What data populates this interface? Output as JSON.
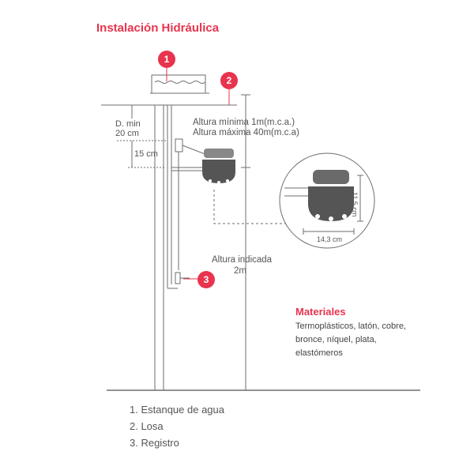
{
  "title": "Instalación Hidráulica",
  "callouts": [
    "1",
    "2",
    "3"
  ],
  "labels": {
    "d_min": "D. min",
    "d_min_value": "20 cm",
    "fifteen": "15 cm",
    "altura_minima": "Altura mínima 1m(m.c.a.)",
    "altura_maxima": "Altura máxima 40m(m.c.a)",
    "altura_indicada": "Altura indicada",
    "altura_indicada_value": "2m",
    "height_dim": "11,5 cm",
    "width_dim": "14,3 cm"
  },
  "materials": {
    "title": "Materiales",
    "text": "Termoplásticos, latón, cobre, bronce, níquel, plata, elastómeros"
  },
  "legend": [
    "1. Estanque de agua",
    "2. Losa",
    "3. Registro"
  ],
  "colors": {
    "accent": "#e8344e",
    "line": "#6e6e6e",
    "device": "#555555"
  }
}
